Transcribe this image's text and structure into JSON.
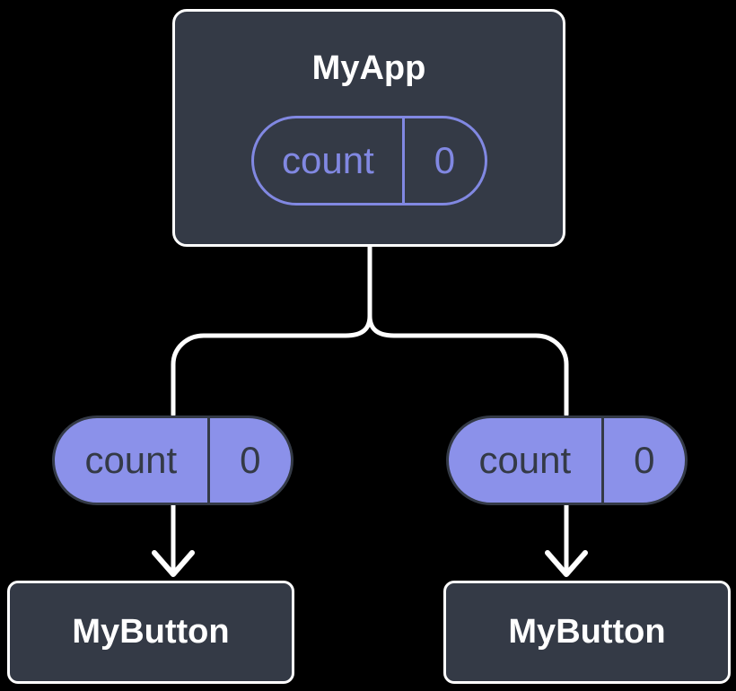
{
  "diagram": {
    "root": {
      "title": "MyApp",
      "state": {
        "label": "count",
        "value": "0"
      }
    },
    "children": [
      {
        "title": "MyButton",
        "prop": {
          "label": "count",
          "value": "0"
        }
      },
      {
        "title": "MyButton",
        "prop": {
          "label": "count",
          "value": "0"
        }
      }
    ]
  },
  "colors": {
    "canvas-bg": "#000000",
    "node-fill": "#343a46",
    "node-border": "#ffffff",
    "connector": "#ffffff",
    "title-text": "#ffffff",
    "pill-outline": "#8188e2",
    "pill-fill": "#8b91ea",
    "pill-dark-text": "#343a46"
  }
}
